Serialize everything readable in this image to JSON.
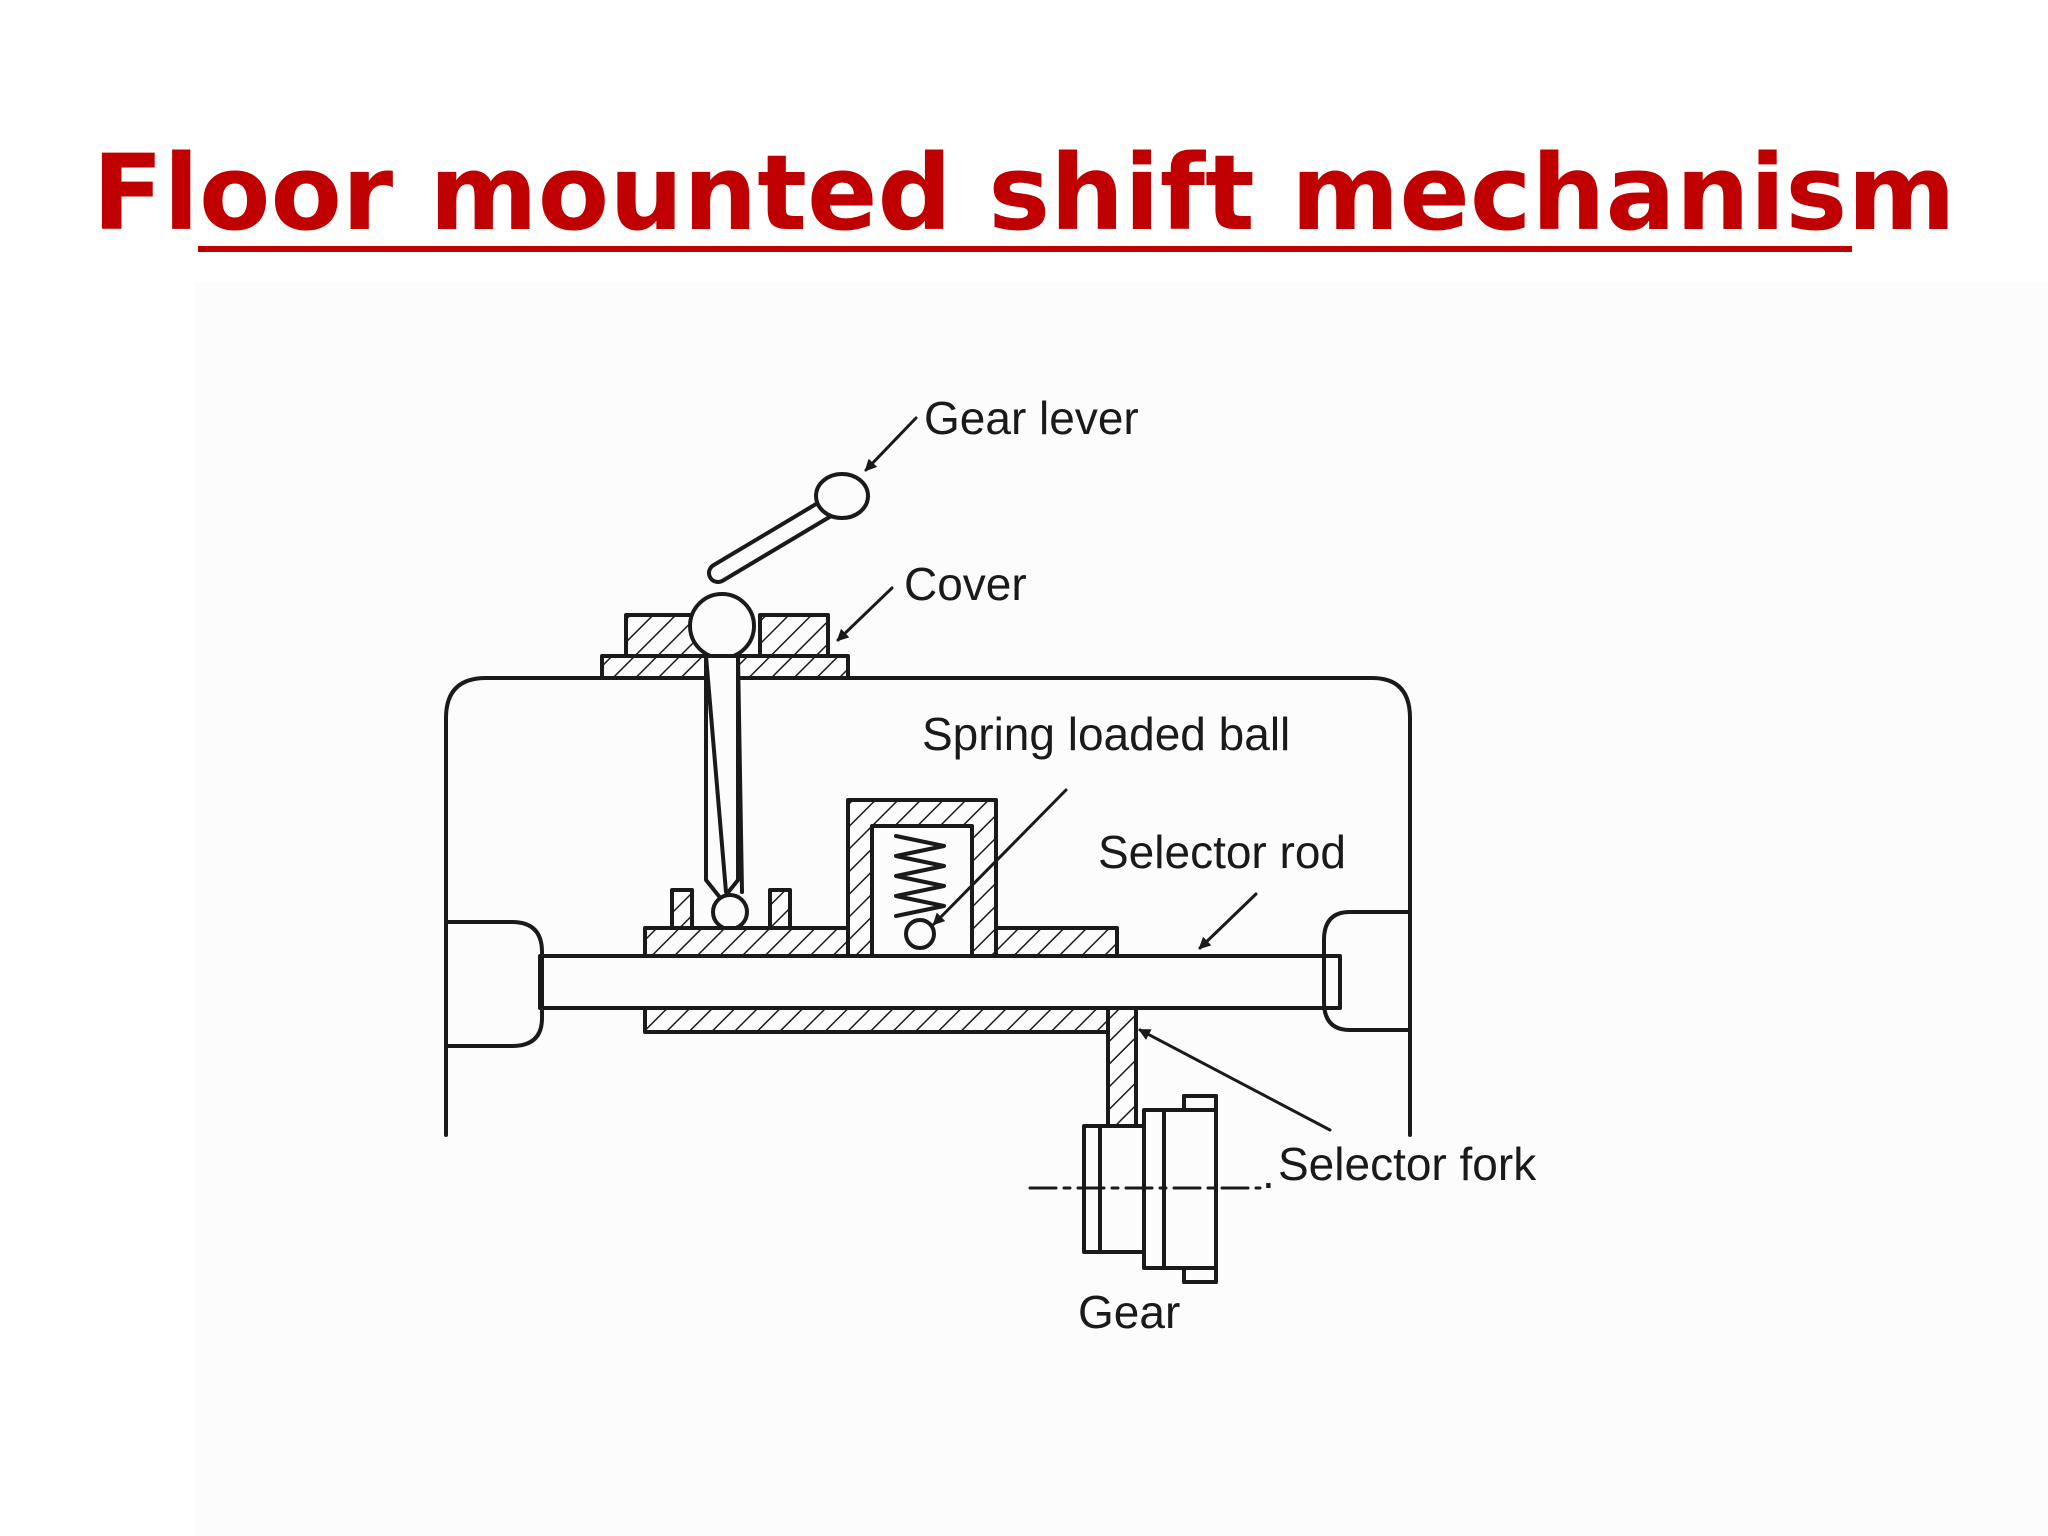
{
  "title": "Floor mounted shift mechanism",
  "colors": {
    "title": "#c00000",
    "ink": "#1a1a1a"
  },
  "labels": {
    "gear_lever": "Gear lever",
    "cover": "Cover",
    "spring_loaded_ball": "Spring loaded ball",
    "selector_rod": "Selector rod",
    "selector_fork": "Selector fork",
    "gear": "Gear"
  }
}
